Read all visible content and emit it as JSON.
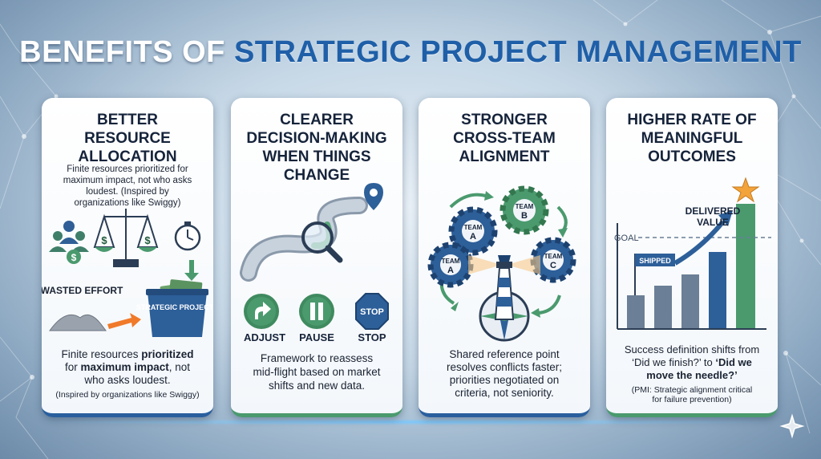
{
  "title": {
    "lead": "BENEFITS OF ",
    "accent": "STRATEGIC PROJECT MANAGEMENT"
  },
  "colors": {
    "navy": "#1f4f86",
    "green": "#4a9a6e",
    "accent_blue": "#1f5fa8",
    "orange": "#f07a2a",
    "star": "#f2a33a"
  },
  "cards": [
    {
      "title": "BETTER RESOURCE ALLOCATION",
      "intro": "Finite resources prioritized for maximum impact, not who asks loudest. (Inspired by organizations like Swiggy)",
      "labels": {
        "wasted": "WASTED EFFORT",
        "bin": "STRATEGIC PROJECTS"
      },
      "icons": [
        "people-icon",
        "scale-icon",
        "stopwatch-icon",
        "money-bin-icon",
        "rubble-icon",
        "arrow-icon"
      ],
      "body": {
        "p1": "Finite resources ",
        "b1": "prioritized",
        "p2": " for ",
        "b2": "maximum impact",
        "p3": ", not who asks loudest.",
        "note": "(Inspired by organizations like Swiggy)"
      }
    },
    {
      "title": "CLEARER DECISION-MAKING WHEN THINGS CHANGE",
      "actions": [
        "ADJUST",
        "PAUSE",
        "STOP"
      ],
      "stop_sign": "STOP",
      "icons": [
        "road-icon",
        "map-pin-icon",
        "magnifier-icon",
        "adjust-icon",
        "pause-icon",
        "stop-sign-icon"
      ],
      "body": "Framework to reassess mid-flight based on market shifts and new data."
    },
    {
      "title": "STRONGER CROSS-TEAM ALIGNMENT",
      "teams": [
        {
          "line1": "TEAM",
          "line2": "A"
        },
        {
          "line1": "TEAM",
          "line2": "B"
        },
        {
          "line1": "TEAM",
          "line2": "C"
        },
        {
          "line1": "TEAM",
          "line2": "A"
        }
      ],
      "icons": [
        "gear-icon",
        "lighthouse-icon",
        "compass-icon"
      ],
      "body": "Shared reference point resolves conflicts faster; priorities negotiated on criteria, not seniority."
    },
    {
      "title": "HIGHER RATE OF MEANINGFUL OUTCOMES",
      "labels": {
        "delivered": "DELIVERED VALUE",
        "goal": "GOAL",
        "shipped": "SHIPPED"
      },
      "icons": [
        "bar-chart-icon",
        "star-icon",
        "flag-icon",
        "trend-arrow-icon"
      ],
      "body": {
        "p1": "Success definition shifts from ‘Did we finish?’ to ",
        "b1": "‘Did we move the needle?’",
        "note": "(PMI: Strategic alignment critical for failure prevention)"
      }
    }
  ]
}
